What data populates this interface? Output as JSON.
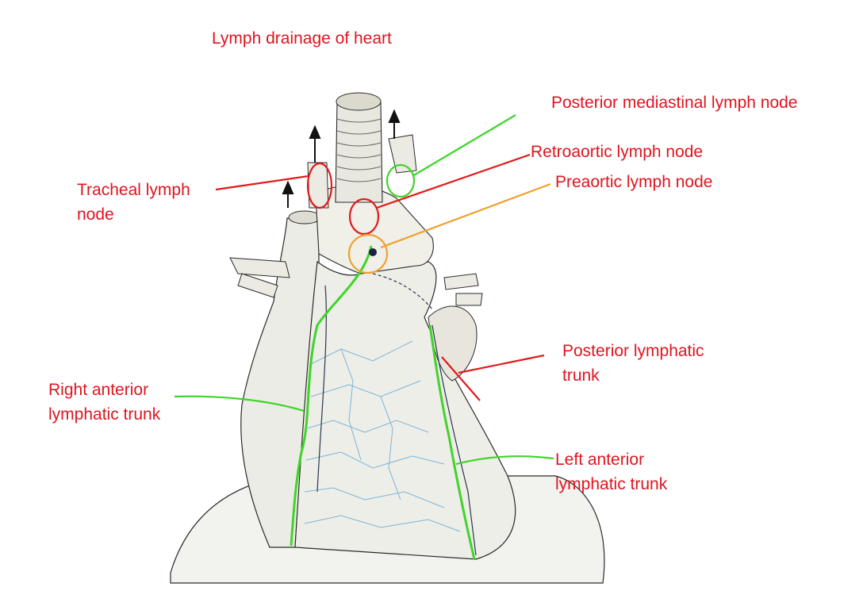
{
  "title": "Lymph drainage of heart",
  "colors": {
    "label_text": "#e0141e",
    "leader_red": "#e01a1a",
    "leader_green": "#3fd42a",
    "leader_orange": "#f0a030",
    "lymph_vessel": "#7ab4d8",
    "heart_fill": "#eeeee8",
    "outline": "#2a2a2a"
  },
  "labels": {
    "posterior_mediastinal": "Posterior mediastinal lymph node",
    "retroaortic": "Retroaortic lymph node",
    "preaortic": "Preaortic lymph node",
    "tracheal_line1": "Tracheal lymph",
    "tracheal_line2": "node",
    "posterior_trunk_line1": "Posterior lymphatic",
    "posterior_trunk_line2": "trunk",
    "right_anterior_line1": "Right anterior",
    "right_anterior_line2": "lymphatic trunk",
    "left_anterior_line1": "Left anterior",
    "left_anterior_line2": "lymphatic trunk"
  }
}
